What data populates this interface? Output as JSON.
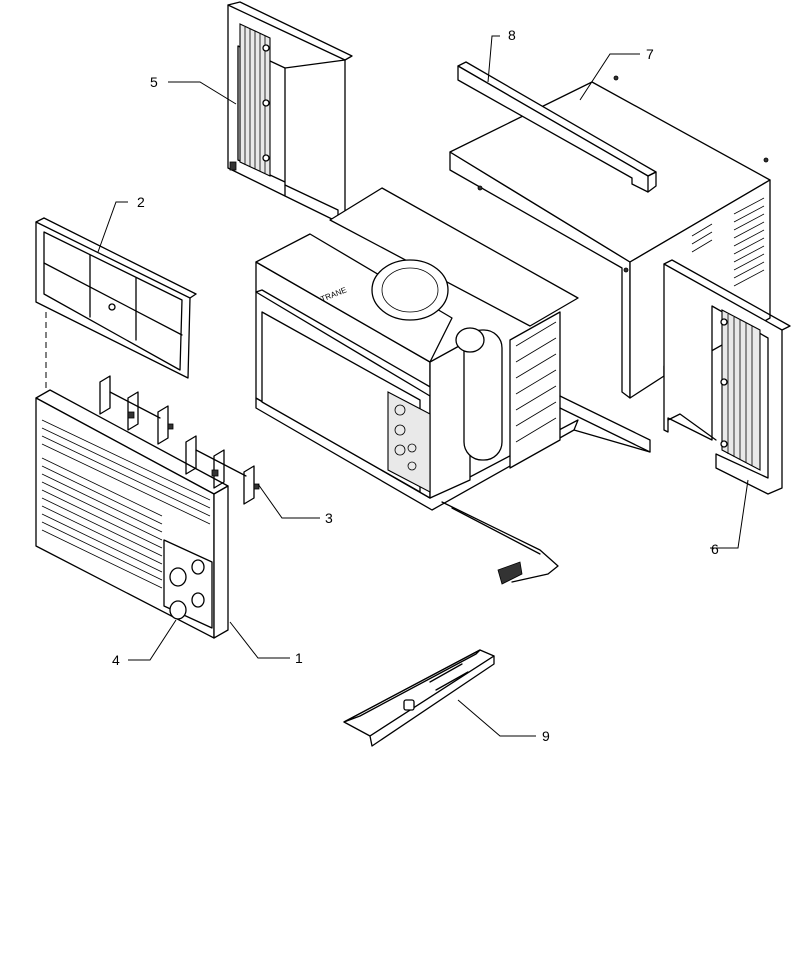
{
  "callouts": {
    "c1": "1",
    "c2": "2",
    "c3": "3",
    "c4": "4",
    "c5": "5",
    "c6": "6",
    "c7": "7",
    "c8": "8",
    "c9": "9"
  },
  "parts": {
    "unit_label_text": "TRANE"
  }
}
